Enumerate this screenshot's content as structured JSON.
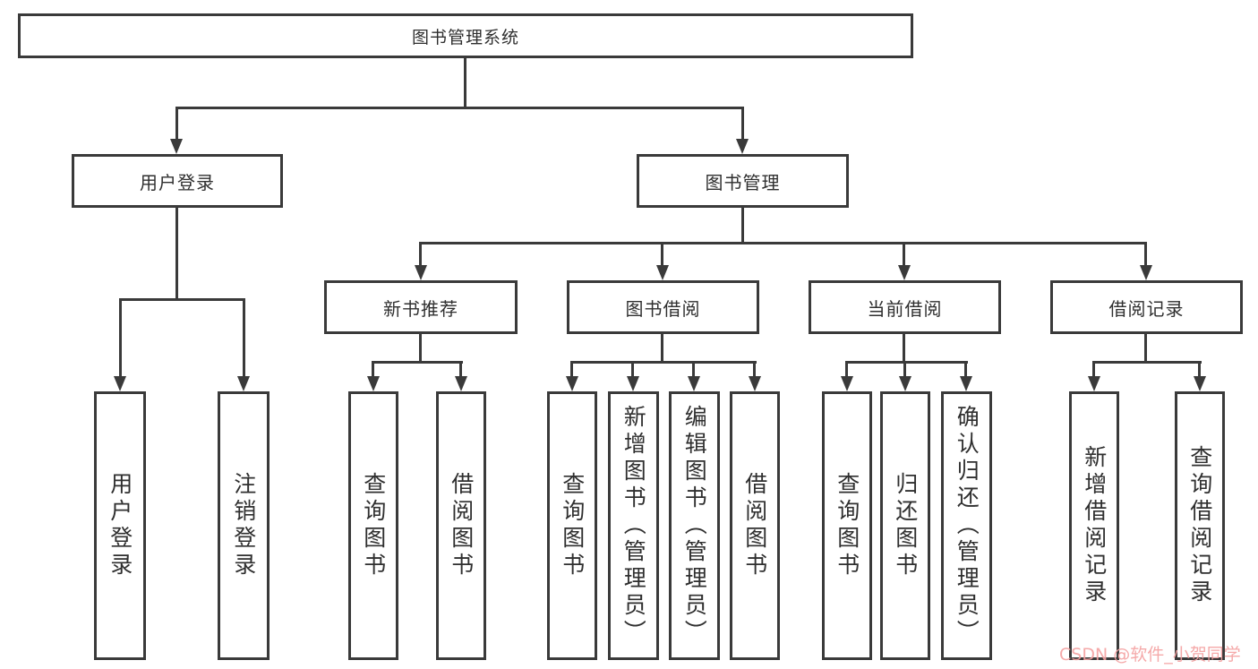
{
  "colors": {
    "line": "#3a3a3a",
    "text": "#2f2f2f",
    "box-bg": "#ffffff",
    "watermark": "#f4a0a0",
    "page-bg": "#ffffff"
  },
  "tree": {
    "root": {
      "label": "图书管理系统"
    },
    "branches": [
      {
        "label": "用户登录",
        "children": [
          {
            "label": "用户登录"
          },
          {
            "label": "注销登录"
          }
        ]
      },
      {
        "label": "图书管理",
        "children": [
          {
            "label": "新书推荐",
            "children": [
              {
                "label": "查询图书"
              },
              {
                "label": "借阅图书"
              }
            ]
          },
          {
            "label": "图书借阅",
            "children": [
              {
                "label": "查询图书"
              },
              {
                "label": "新增图书（管理员）"
              },
              {
                "label": "编辑图书（管理员）"
              },
              {
                "label": "借阅图书"
              }
            ]
          },
          {
            "label": "当前借阅",
            "children": [
              {
                "label": "查询图书"
              },
              {
                "label": "归还图书"
              },
              {
                "label": "确认归还（管理员）"
              }
            ]
          },
          {
            "label": "借阅记录",
            "children": [
              {
                "label": "新增借阅记录"
              },
              {
                "label": "查询借阅记录"
              }
            ]
          }
        ]
      }
    ]
  },
  "watermark": {
    "text": "CSDN @软件_小贺同学"
  }
}
